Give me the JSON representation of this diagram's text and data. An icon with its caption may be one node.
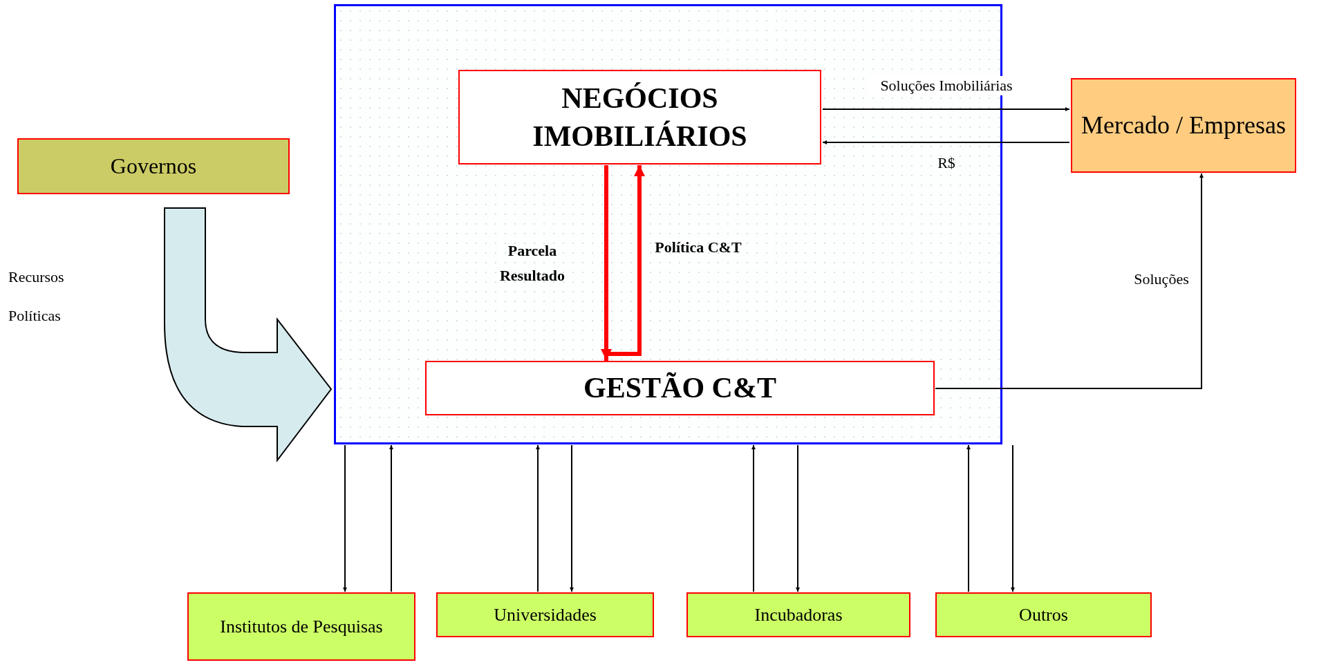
{
  "diagram": {
    "nodes": [
      {
        "text": [
          "Governos"
        ]
      },
      {
        "text": [],
        "shape": "box"
      },
      {
        "text": [
          "NEGÓCIOS IMOBILIÁRIOS"
        ],
        "in": 1
      },
      {
        "text": [
          "Mercado / Empresas"
        ]
      },
      {
        "text": [
          "GESTÃO C&T"
        ],
        "in": 1
      },
      {
        "text": [
          "Institutos de Pesquisas"
        ]
      },
      {
        "text": [
          "Universidades"
        ]
      },
      {
        "text": [
          "Incubadoras"
        ]
      },
      {
        "text": [
          "Outros"
        ]
      }
    ],
    "edges": [
      {
        "from": 0,
        "to": 1,
        "arrow": "to",
        "style": "thick",
        "color": "#d6ebee"
      },
      {
        "from": 2,
        "to": 3,
        "arrow": "to",
        "label": "Soluções Imobiliárias"
      },
      {
        "from": 3,
        "to": 2,
        "arrow": "to",
        "label": "R$"
      },
      {
        "from": 2,
        "to": 4,
        "arrow": "to",
        "label": "Parcela Resultado",
        "style": "thick",
        "color": "#ff0000"
      },
      {
        "from": 4,
        "to": 2,
        "arrow": "to",
        "label": "Política C&T",
        "style": "thick",
        "color": "#ff0000"
      },
      {
        "from": 4,
        "to": 3,
        "arrow": "to",
        "label": "Soluções"
      },
      {
        "from": 1,
        "to": 5,
        "arrow": "to"
      },
      {
        "from": 5,
        "to": 1,
        "arrow": "to"
      },
      {
        "from": 6,
        "to": 1,
        "arrow": "to"
      },
      {
        "from": 1,
        "to": 6,
        "arrow": "to"
      },
      {
        "from": 7,
        "to": 1,
        "arrow": "to"
      },
      {
        "from": 1,
        "to": 7,
        "arrow": "to"
      },
      {
        "from": 8,
        "to": 1,
        "arrow": "to"
      },
      {
        "from": 1,
        "to": 8,
        "arrow": "to"
      }
    ],
    "labels": [
      "Recursos",
      "Políticas"
    ]
  }
}
